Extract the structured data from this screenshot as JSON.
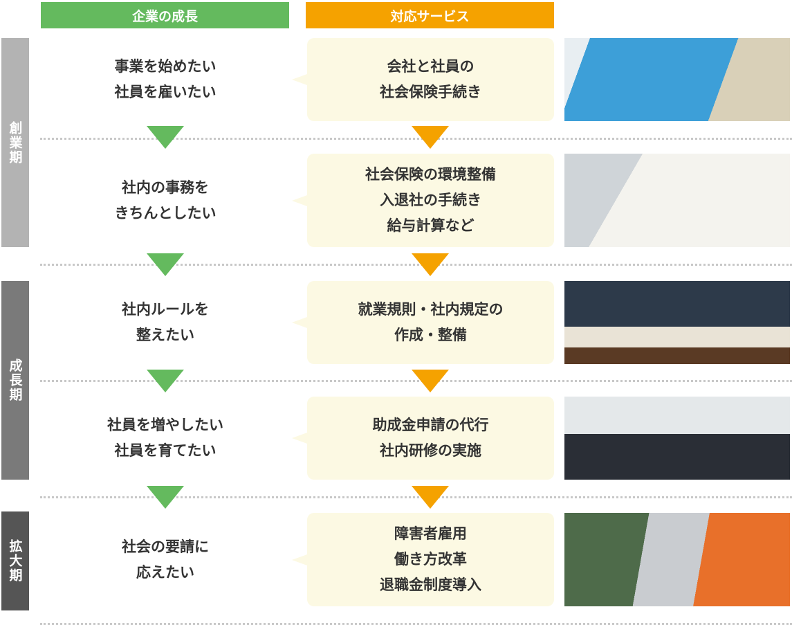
{
  "headers": {
    "growth": "企業の成長",
    "service": "対応サービス"
  },
  "colors": {
    "green": "#64ba5e",
    "orange": "#f5a200",
    "service_bg": "#fcf9e3"
  },
  "phases": [
    {
      "label": "創業期",
      "color": "#b3b3b3"
    },
    {
      "label": "成長期",
      "color": "#7a7a7a"
    },
    {
      "label": "拡大期",
      "color": "#555555"
    }
  ],
  "rows": [
    {
      "need": "事業を始めたい\n社員を雇いたい",
      "service": "会社と社員の\n社会保険手続き",
      "image": "pension-book-and-yen-photo"
    },
    {
      "need": "社内の事務を\nきちんとしたい",
      "service": "社会保険の環境整備\n入退社の手続き\n給与計算など",
      "image": "payslip-calculator-photo"
    },
    {
      "need": "社内ルールを\n整えたい",
      "service": "就業規則・社内規定の\n作成・整備",
      "image": "open-book-library-photo"
    },
    {
      "need": "社員を増やしたい\n社員を育てたい",
      "service": "助成金申請の代行\n社内研修の実施",
      "image": "seminar-audience-photo"
    },
    {
      "need": "社会の要請に\n応えたい",
      "service": "障害者雇用\n働き方改革\n退職金制度導入",
      "image": "laptop-typing-photo"
    }
  ]
}
